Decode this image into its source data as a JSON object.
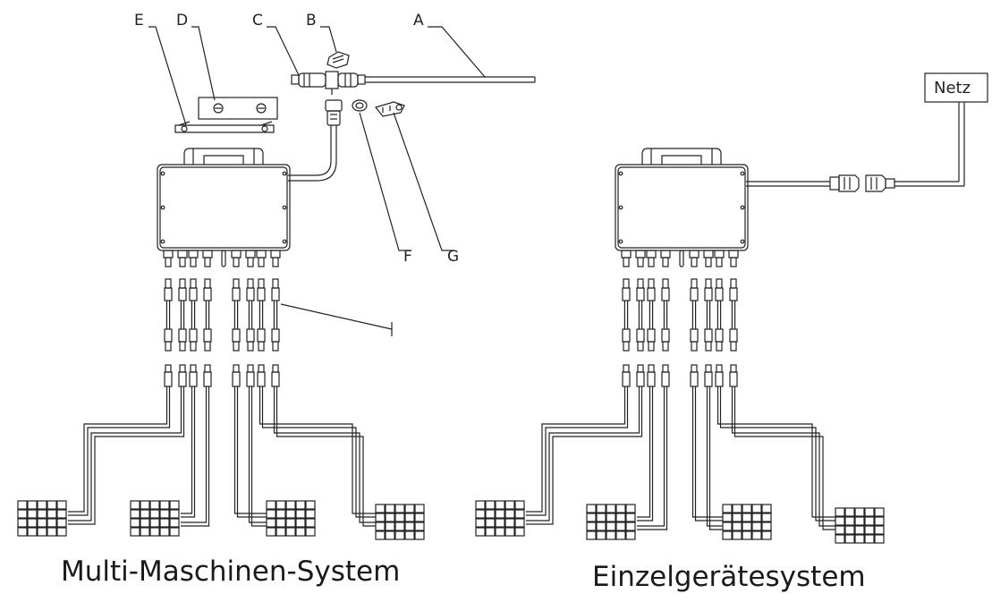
{
  "labels": {
    "A": "A",
    "B": "B",
    "C": "C",
    "D": "D",
    "E": "E",
    "F": "F",
    "G": "G",
    "I": "I"
  },
  "grid_label": "Netz",
  "captions": {
    "multi": "Multi-Maschinen-System",
    "single": "Einzelgerätesystem"
  },
  "colors": {
    "line": "#222222",
    "background": "#ffffff"
  },
  "system_counts": {
    "inputs_per_inverter": 8,
    "panels_per_system": 4
  }
}
